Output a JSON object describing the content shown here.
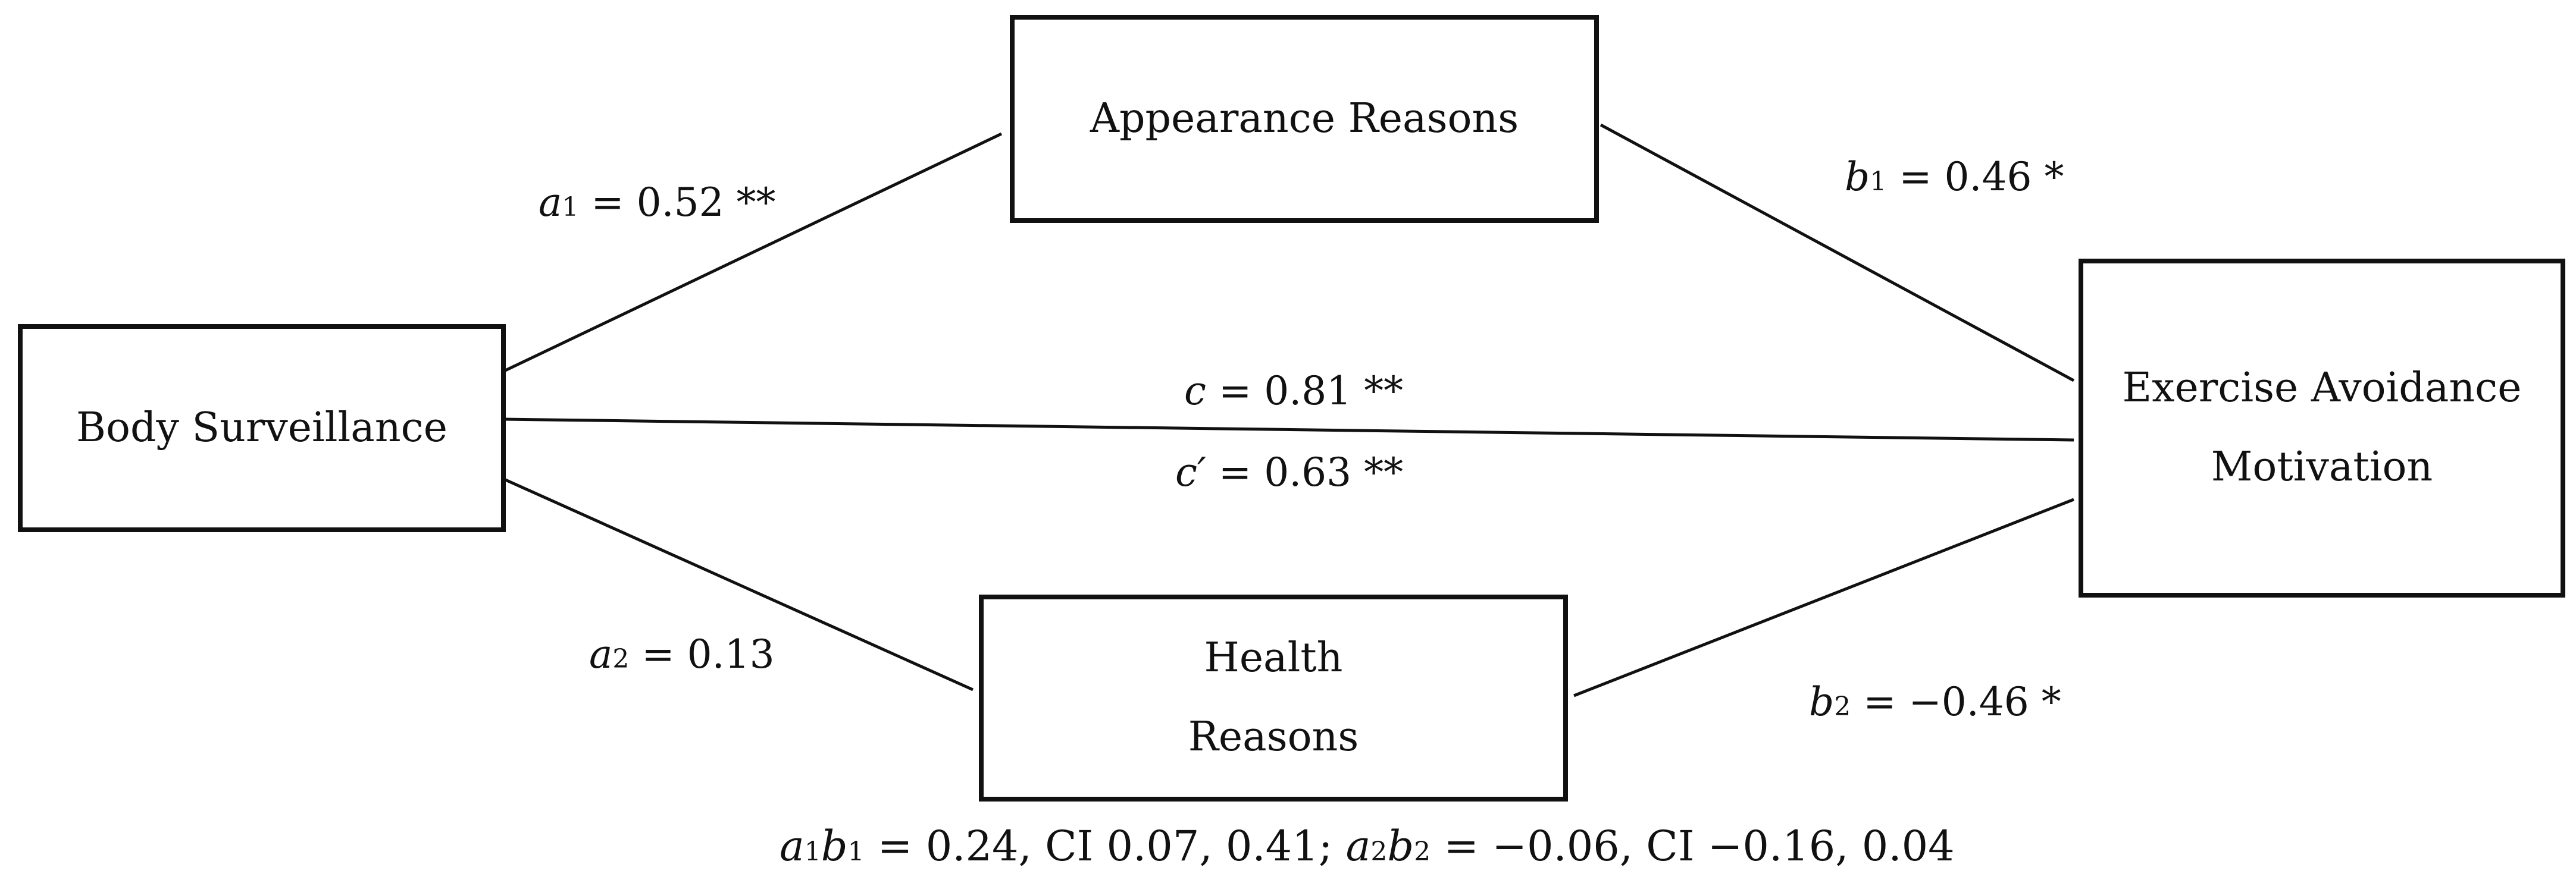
{
  "nodes": {
    "appearance": {
      "lines": [
        "Appearance Reasons"
      ]
    },
    "body": {
      "lines": [
        "Body Surveillance"
      ]
    },
    "exercise": {
      "lines": [
        "Exercise Avoidance",
        "Motivation"
      ]
    },
    "health": {
      "lines": [
        "Health",
        "Reasons"
      ]
    }
  },
  "paths": {
    "a1": {
      "var": "a",
      "sub": "1",
      "text": " = 0.52 **"
    },
    "b1": {
      "var": "b",
      "sub": "1",
      "text": " = 0.46 *"
    },
    "c": {
      "var": "c",
      "text": " = 0.81 **"
    },
    "c_prime": {
      "var": "c′",
      "text": " = 0.63 **"
    },
    "a2": {
      "var": "a",
      "sub": "2",
      "text": " = 0.13"
    },
    "b2": {
      "var": "b",
      "sub": "2",
      "text": " = −0.46 *"
    }
  },
  "footnote": {
    "v1": "a",
    "s1": "1",
    "v2": "b",
    "s2": "1",
    "t1": " = 0.24, CI 0.07, 0.41; ",
    "v3": "a",
    "s3": "2",
    "v4": "b",
    "s4": "2",
    "t2": " = −0.06, CI −0.16, 0.04"
  }
}
